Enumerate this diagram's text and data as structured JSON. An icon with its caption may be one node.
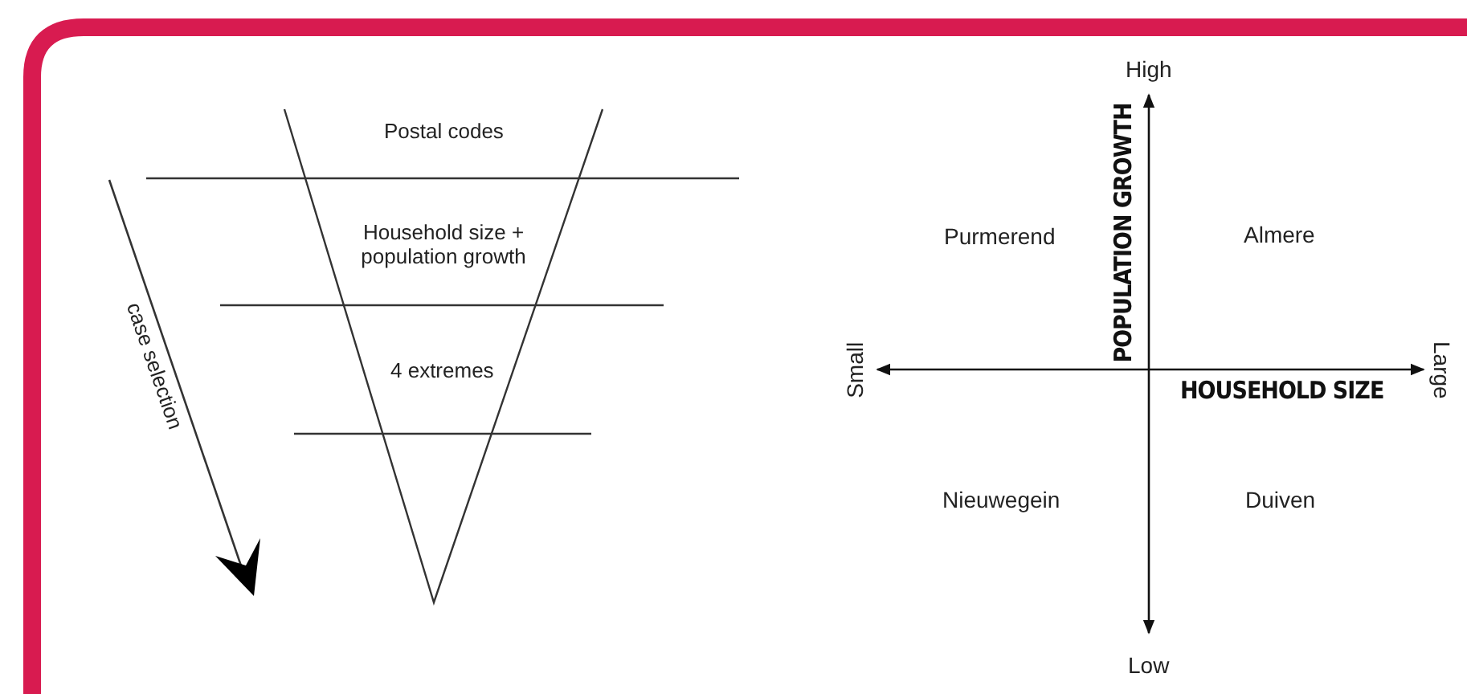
{
  "diagram": {
    "labels": [
      "Postal codes",
      "Household size + population growth",
      "4 extremes",
      "case selection",
      "High",
      "POPULATION GROWTH",
      "Purmerend",
      "Almere",
      "Small",
      "Large",
      "HOUSEHOLD SIZE",
      "Nieuwegein",
      "Duiven",
      "Low"
    ]
  }
}
